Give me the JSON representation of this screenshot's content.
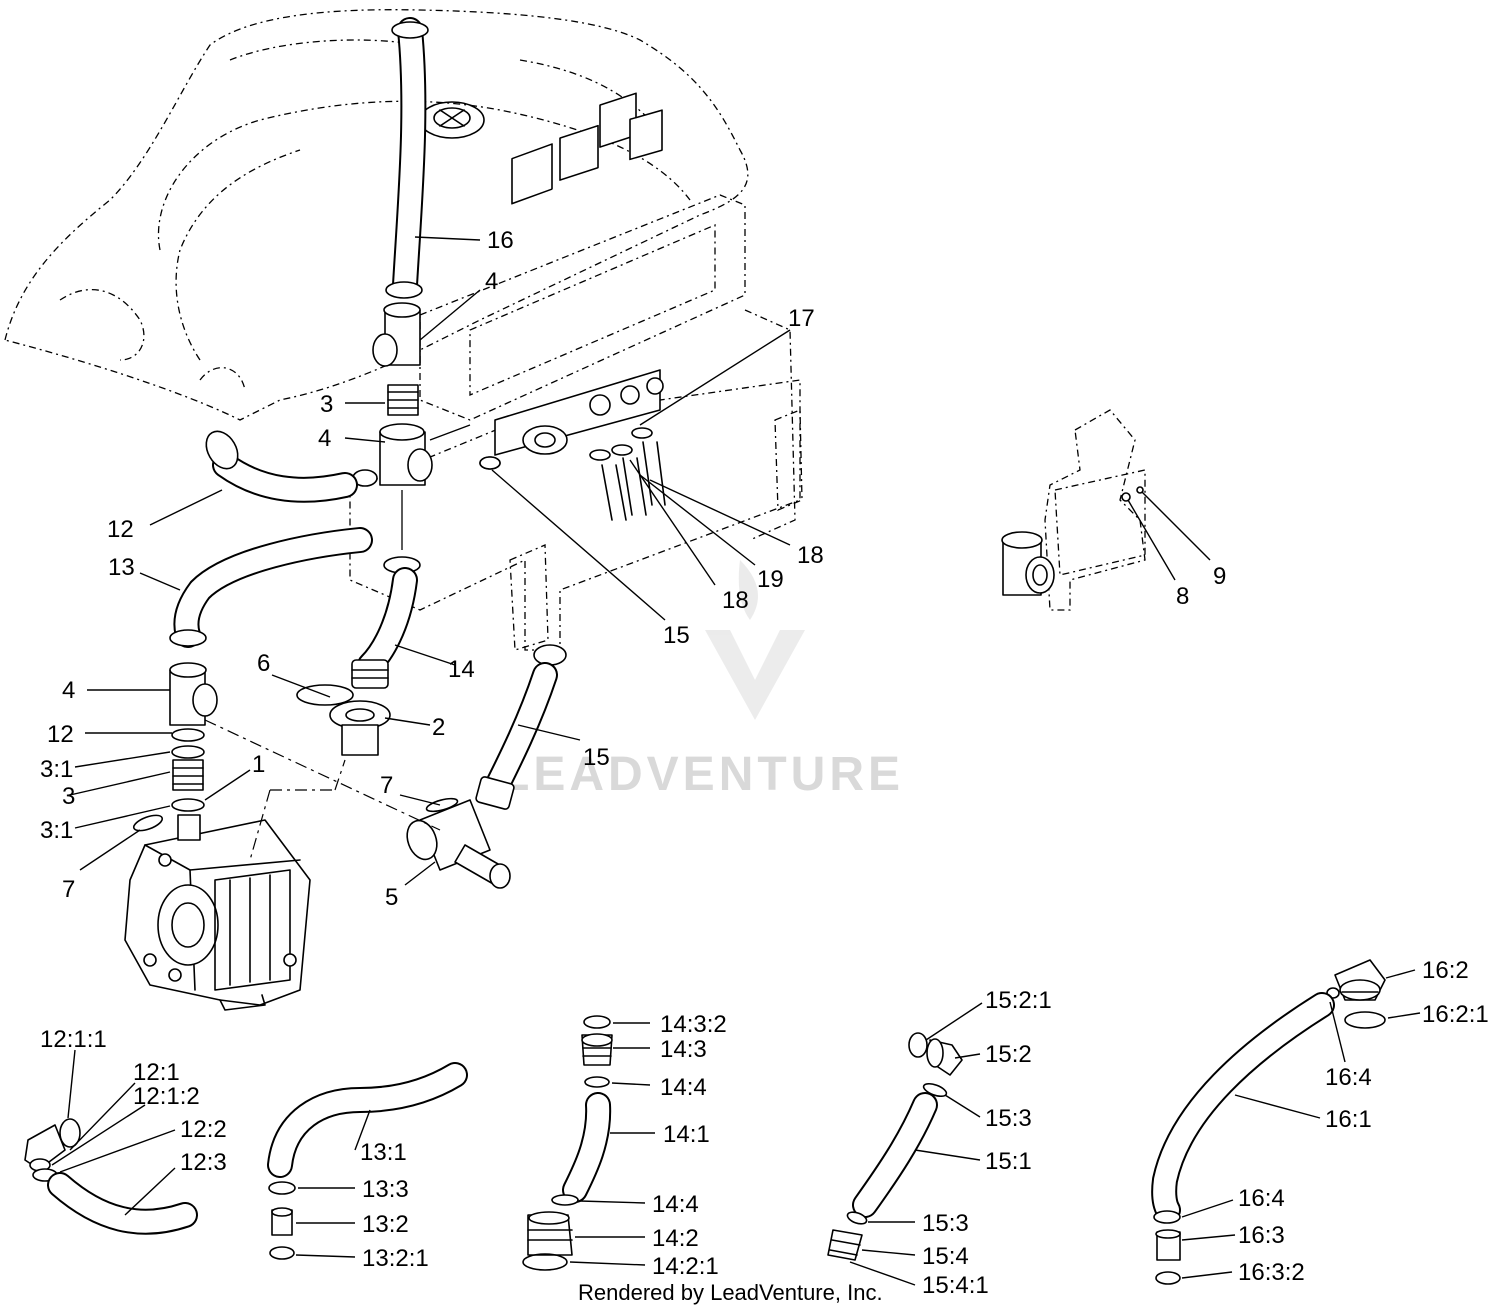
{
  "watermark": {
    "text": "LEADVENTURE"
  },
  "credit": {
    "text": "Rendered by LeadVenture, Inc."
  },
  "callouts": {
    "c16": "16",
    "c4a": "4",
    "c3a": "3",
    "c4b": "4",
    "c17": "17",
    "c12a": "12",
    "c13": "13",
    "c18a": "18",
    "c19": "19",
    "c18b": "18",
    "c15a": "15",
    "c9": "9",
    "c8": "8",
    "c6": "6",
    "c14": "14",
    "c4c": "4",
    "c2": "2",
    "c12b": "12",
    "c15b": "15",
    "c3_1a": "3:1",
    "c1": "1",
    "c3b": "3",
    "c7a": "7",
    "c3_1b": "3:1",
    "c7b": "7",
    "c5": "5"
  },
  "details": {
    "d12_1_1": "12:1:1",
    "d12_1": "12:1",
    "d12_1_2": "12:1:2",
    "d12_2": "12:2",
    "d12_3": "12:3",
    "d13_1": "13:1",
    "d13_3": "13:3",
    "d13_2": "13:2",
    "d13_2_1": "13:2:1",
    "d14_3_2": "14:3:2",
    "d14_3": "14:3",
    "d14_4a": "14:4",
    "d14_1": "14:1",
    "d14_4b": "14:4",
    "d14_2": "14:2",
    "d14_2_1": "14:2:1",
    "d15_2_1": "15:2:1",
    "d15_2": "15:2",
    "d15_3a": "15:3",
    "d15_1": "15:1",
    "d15_3b": "15:3",
    "d15_4": "15:4",
    "d15_4_1": "15:4:1",
    "d16_2": "16:2",
    "d16_2_1": "16:2:1",
    "d16_4a": "16:4",
    "d16_1": "16:1",
    "d16_4b": "16:4",
    "d16_3": "16:3",
    "d16_3_2": "16:3:2"
  }
}
